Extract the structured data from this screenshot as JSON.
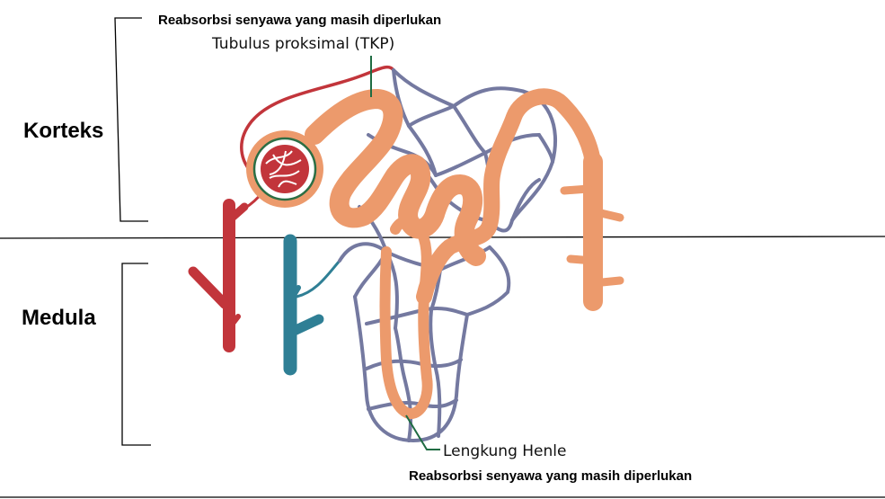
{
  "labels": {
    "top_note": "Reabsorbsi senyawa yang masih diperlukan",
    "top_title": "Tubulus proksimal (TKP)",
    "cortex": "Korteks",
    "medulla": "Medula",
    "bottom_title": "Lengkung Henle",
    "bottom_note": "Reabsorbsi senyawa yang masih diperlukan"
  },
  "colors": {
    "tubule": "#ec9a6c",
    "capillary": "#7479a0",
    "artery": "#c2353b",
    "vein": "#2f7f95",
    "line": "#000000"
  }
}
